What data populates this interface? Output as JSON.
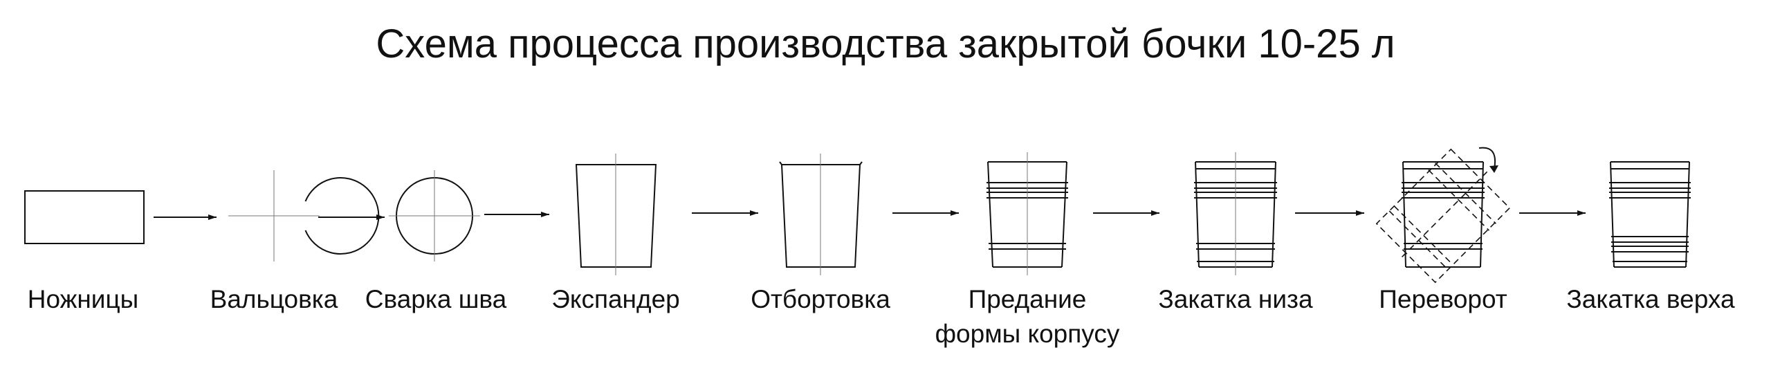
{
  "title": "Схема  процесса производства закрытой бочки 10-25 л",
  "steps": [
    {
      "label": "Ножницы",
      "label_line2": "",
      "icon": "sheet-rectangle-icon"
    },
    {
      "label": "Вальцовка",
      "label_line2": "",
      "icon": "open-circle-icon"
    },
    {
      "label": "Сварка шва",
      "label_line2": "",
      "icon": "closed-circle-icon"
    },
    {
      "label": "Экспандер",
      "label_line2": "",
      "icon": "tapered-shell-icon"
    },
    {
      "label": "Отбортовка",
      "label_line2": "",
      "icon": "flanged-shell-icon"
    },
    {
      "label": "Предание",
      "label_line2": "формы корпусу",
      "icon": "ribbed-shell-icon"
    },
    {
      "label": "Закатка низа",
      "label_line2": "",
      "icon": "bottom-seamed-drum-icon"
    },
    {
      "label": "Переворот",
      "label_line2": "",
      "icon": "drum-flip-icon"
    },
    {
      "label": "Закатка верха",
      "label_line2": "",
      "icon": "closed-drum-icon"
    }
  ],
  "colors": {
    "line": "#111111",
    "background": "#ffffff"
  }
}
